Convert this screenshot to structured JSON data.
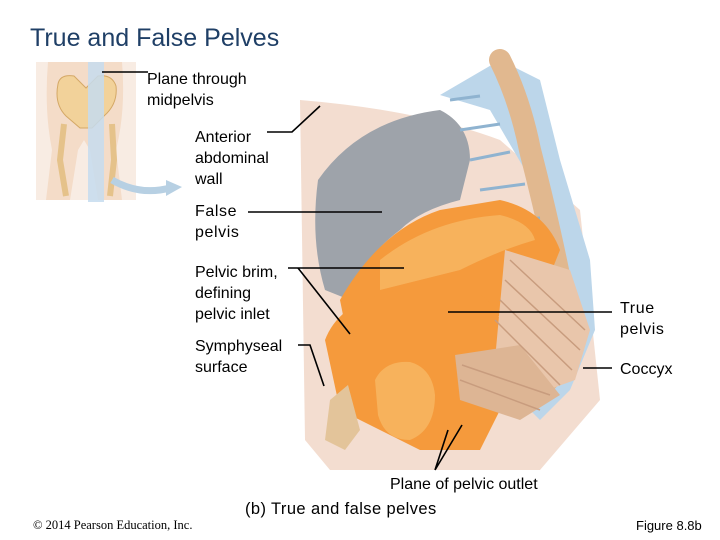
{
  "title": "True and False Pelves",
  "labels": {
    "plane_midpelvis": "Plane through\nmidpelvis",
    "anterior_wall": "Anterior\nabdominal\nwall",
    "false_pelvis": "False\npelvis",
    "pelvic_brim": "Pelvic brim,\ndefining\npelvic inlet",
    "symphyseal": "Symphyseal\nsurface",
    "true_pelvis": "True\npelvis",
    "coccyx": "Coccyx",
    "pelvic_outlet": "Plane of pelvic outlet"
  },
  "caption": "(b) True and false pelves",
  "copyright": "© 2014 Pearson Education, Inc.",
  "figure_number": "Figure 8.8b",
  "colors": {
    "title": "#1f3f66",
    "bone_orange": "#f59a3c",
    "bone_light": "#f7b25c",
    "muscle": "#e9c6ab",
    "soft_tissue": "#f3ddd0",
    "gray_wall": "#9ea3aa",
    "vertebra_blue": "#bcd6ea",
    "spine_tan": "#e1b88f",
    "line": "#000000"
  }
}
